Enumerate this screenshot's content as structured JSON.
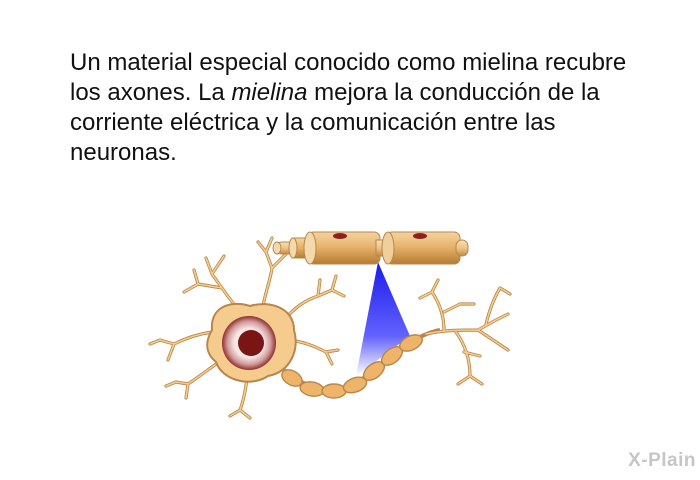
{
  "slide": {
    "text_before": "Un material especial conocido como mielina recubre los axones.  La ",
    "text_italic": "mielina",
    "text_after": " mejora la conducción de la corriente eléctrica y la comunicación entre las neuronas."
  },
  "logo": {
    "text": "X-Plain"
  },
  "colors": {
    "neuron_fill": "#F6CC8E",
    "neuron_stroke": "#B8864A",
    "myelin_fill": "#EDB46A",
    "nucleus": "#7A1515",
    "highlight_beam": "#1A1AF0"
  }
}
